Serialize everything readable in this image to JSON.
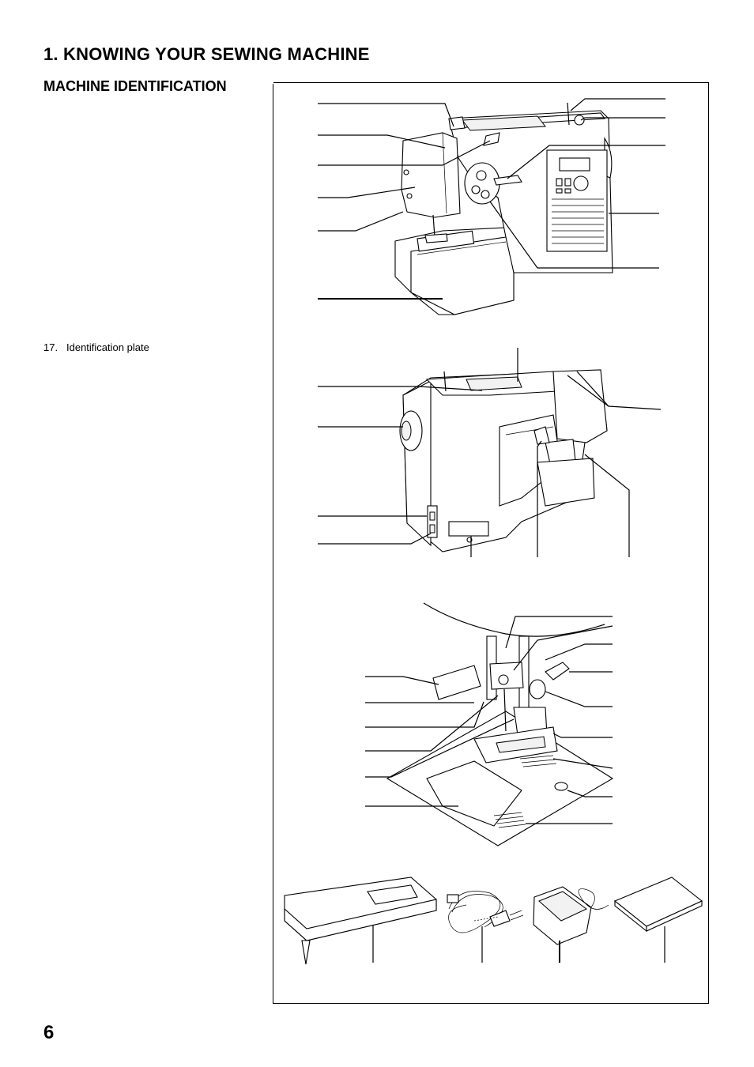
{
  "page": {
    "heading": "1. KNOWING YOUR SEWING MACHINE",
    "subheading": "MACHINE IDENTIFICATION",
    "page_number": "6"
  },
  "parts_list": [
    {
      "num": "17.",
      "label": "Identification plate"
    }
  ],
  "figures": {
    "front_view": "sewing-machine-front",
    "rear_view": "sewing-machine-rear",
    "needle_area": "presser-foot-needle-area",
    "accessories": [
      "extension-table",
      "power-cord",
      "foot-controller",
      "instruction-manual"
    ]
  }
}
